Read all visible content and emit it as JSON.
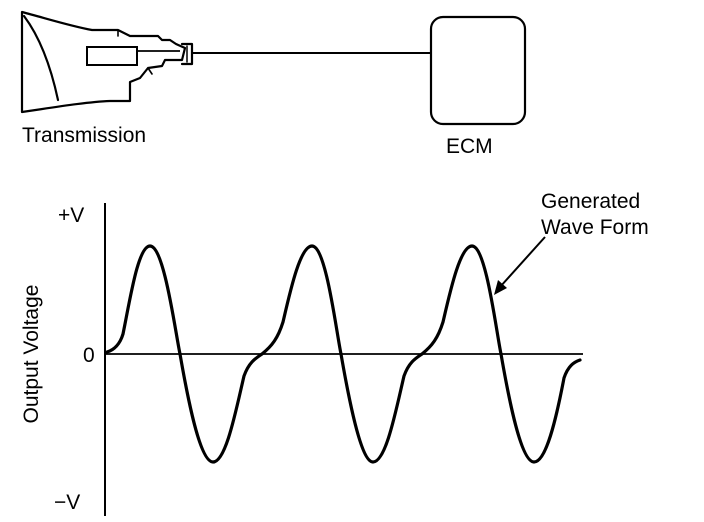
{
  "labels": {
    "transmission": "Transmission",
    "ecm": "ECM",
    "positive_voltage": "+V",
    "zero_voltage": "0",
    "negative_voltage": "−V",
    "y_axis": "Output Voltage",
    "annotation_line1": "Generated",
    "annotation_line2": "Wave Form"
  },
  "colors": {
    "ink": "#000000",
    "background": "#ffffff"
  }
}
